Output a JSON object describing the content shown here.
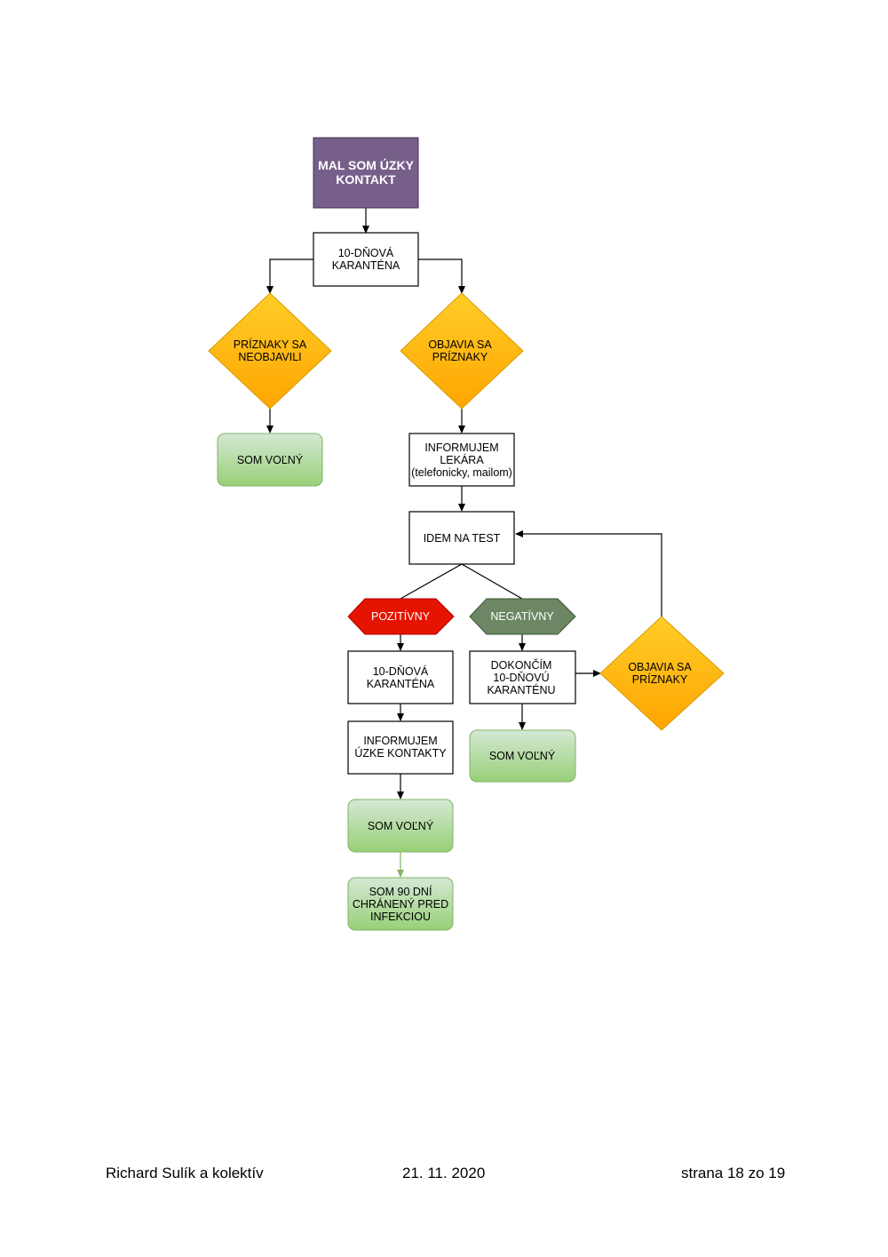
{
  "colors": {
    "start_fill": "#76608A",
    "decision_fill": "#FFB310",
    "positive_fill": "#E51400",
    "negative_fill": "#6D8764",
    "result_fill": "#D5E8D4",
    "result_stroke": "#82B366"
  },
  "nodes": {
    "start": [
      "MAL SOM ÚZKY",
      "KONTAKT"
    ],
    "quarantine": [
      "10-DŇOVÁ",
      "KARANTÉNA"
    ],
    "no_symptoms": [
      "PRÍZNAKY SA",
      "NEOBJAVILI"
    ],
    "symptoms": [
      "OBJAVIA SA",
      "PRÍZNAKY"
    ],
    "free_left": [
      "SOM VOĽNÝ"
    ],
    "inform_doctor": [
      "INFORMUJEM",
      "LEKÁRA",
      "(telefonicky, mailom)"
    ],
    "test": [
      "IDEM NA TEST"
    ],
    "positive": [
      "POZITÍVNY"
    ],
    "negative": [
      "NEGATÍVNY"
    ],
    "pos_quarantine": [
      "10-DŇOVÁ",
      "KARANTÉNA"
    ],
    "finish_quarantine": [
      "DOKONČÍM",
      "10-DŇOVÚ",
      "KARANTÉNU"
    ],
    "symptoms2": [
      "OBJAVIA SA",
      "PRÍZNAKY"
    ],
    "inform_contacts": [
      "INFORMUJEM",
      "ÚZKE KONTAKTY"
    ],
    "free_neg": [
      "SOM VOĽNÝ"
    ],
    "free_pos": [
      "SOM VOĽNÝ"
    ],
    "protected": [
      "SOM 90 DNÍ",
      "CHRÁNENÝ PRED",
      "INFEKCIOU"
    ]
  },
  "footer": {
    "author": "Richard Sulík a kolektív",
    "date": "21. 11. 2020",
    "page": "strana 18 zo 19"
  }
}
